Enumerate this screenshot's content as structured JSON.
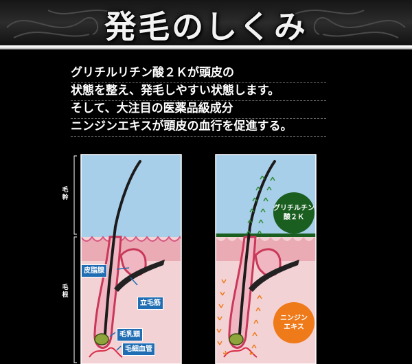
{
  "title": "発毛のしくみ",
  "intro_lines": [
    "グリチルリチン酸２Ｋが頭皮の",
    "状態を整え、発毛しやすい状態します。",
    "そして、大注目の医薬品級成分",
    "ニンジンエキスが頭皮の血行を促進する。"
  ],
  "left_diagram": {
    "side_labels": {
      "shaft": "毛幹",
      "root": "毛根"
    },
    "callouts": {
      "sebaceous": "皮脂腺",
      "arrector": "立毛筋",
      "papilla": "毛乳頭",
      "capillary": "毛細血管"
    }
  },
  "right_diagram": {
    "green_bubble": [
      "グリチルチン",
      "酸２Ｋ"
    ],
    "orange_bubble": [
      "ニンジン",
      "エキス"
    ]
  },
  "colors": {
    "sky": "#a8cfe9",
    "skin": "#f3d2d5",
    "skin_edge": "#d5547f",
    "follicle": "#c93759",
    "callout": "#1f6db3",
    "green": "#1a5e20",
    "orange": "#ef7a1a"
  }
}
